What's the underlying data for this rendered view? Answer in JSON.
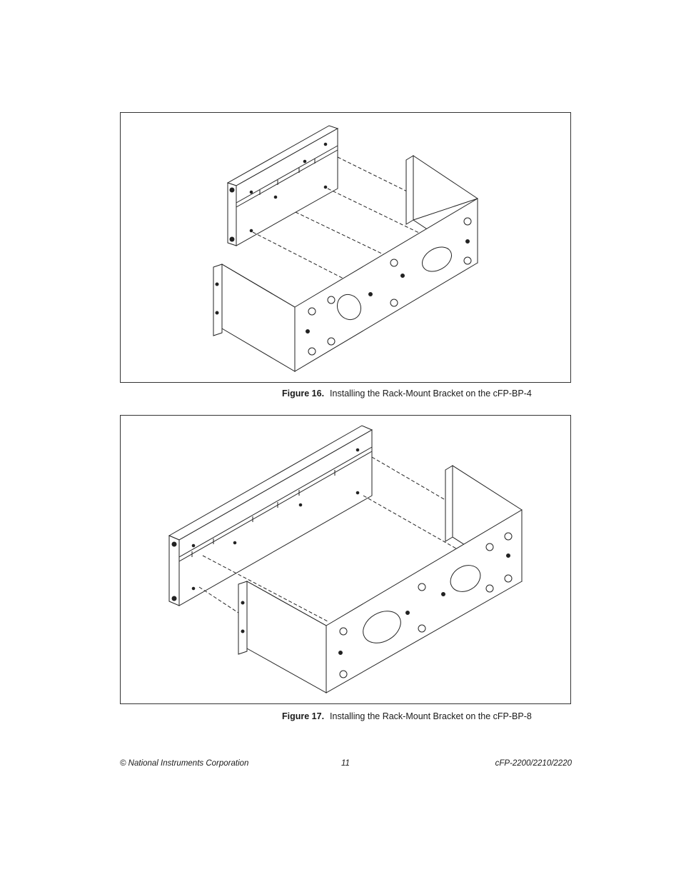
{
  "figures": [
    {
      "number": "Figure 16.",
      "caption": "Installing the Rack-Mount Bracket on the cFP-BP-4"
    },
    {
      "number": "Figure 17.",
      "caption": "Installing the Rack-Mount Bracket on the cFP-BP-8"
    }
  ],
  "footer": {
    "left": "© National Instruments Corporation",
    "page_number": "11",
    "right": "cFP-2200/2210/2220"
  }
}
